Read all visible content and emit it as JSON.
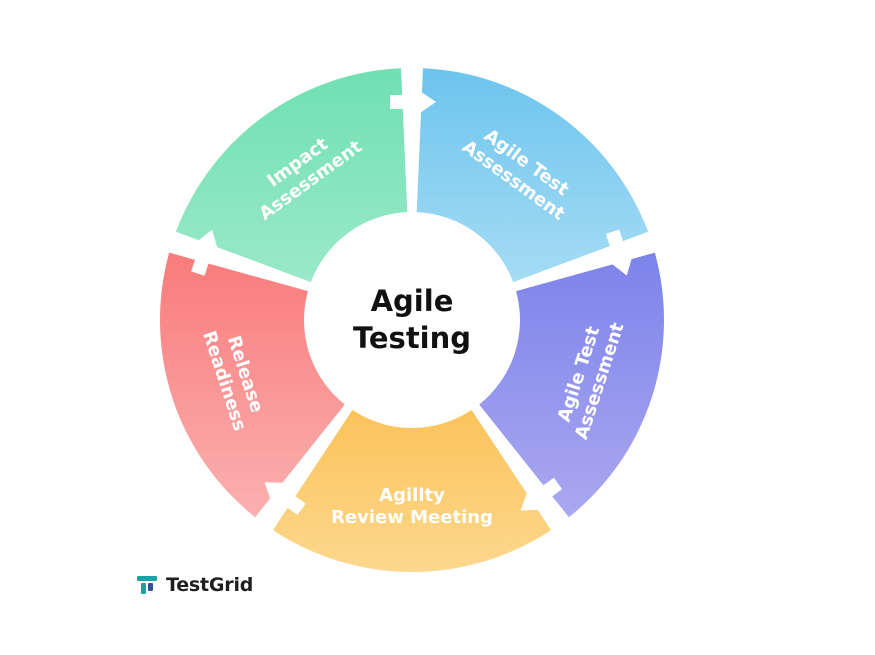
{
  "center": {
    "line1": "Agile",
    "line2": "Testing"
  },
  "segments": [
    {
      "id": "impact",
      "line1": "Impact",
      "line2": "Assessment",
      "color_top": "#6fe0b2",
      "color_bottom": "#9ae9c8"
    },
    {
      "id": "agile-test-top",
      "line1": "Agile Test",
      "line2": "Assessment",
      "color_top": "#6cc4ee",
      "color_bottom": "#a6dcf4"
    },
    {
      "id": "agile-test-right",
      "line1": "Agile Test",
      "line2": "Assessment",
      "color_top": "#7c83ea",
      "color_bottom": "#aba8f0"
    },
    {
      "id": "agility-review",
      "line1": "Agillty",
      "line2": "Review Meeting",
      "color_top": "#fbc35a",
      "color_bottom": "#fdd88e"
    },
    {
      "id": "release",
      "line1": "Release",
      "line2": "Readiness",
      "color_top": "#f97b7b",
      "color_bottom": "#fbb0b0"
    }
  ],
  "brand": {
    "name": "TestGrid",
    "icon": "testgrid-logo-icon",
    "icon_color_1": "#1aa3a3",
    "icon_color_2": "#3b4c9c"
  },
  "arrow_color": "#ffffff"
}
